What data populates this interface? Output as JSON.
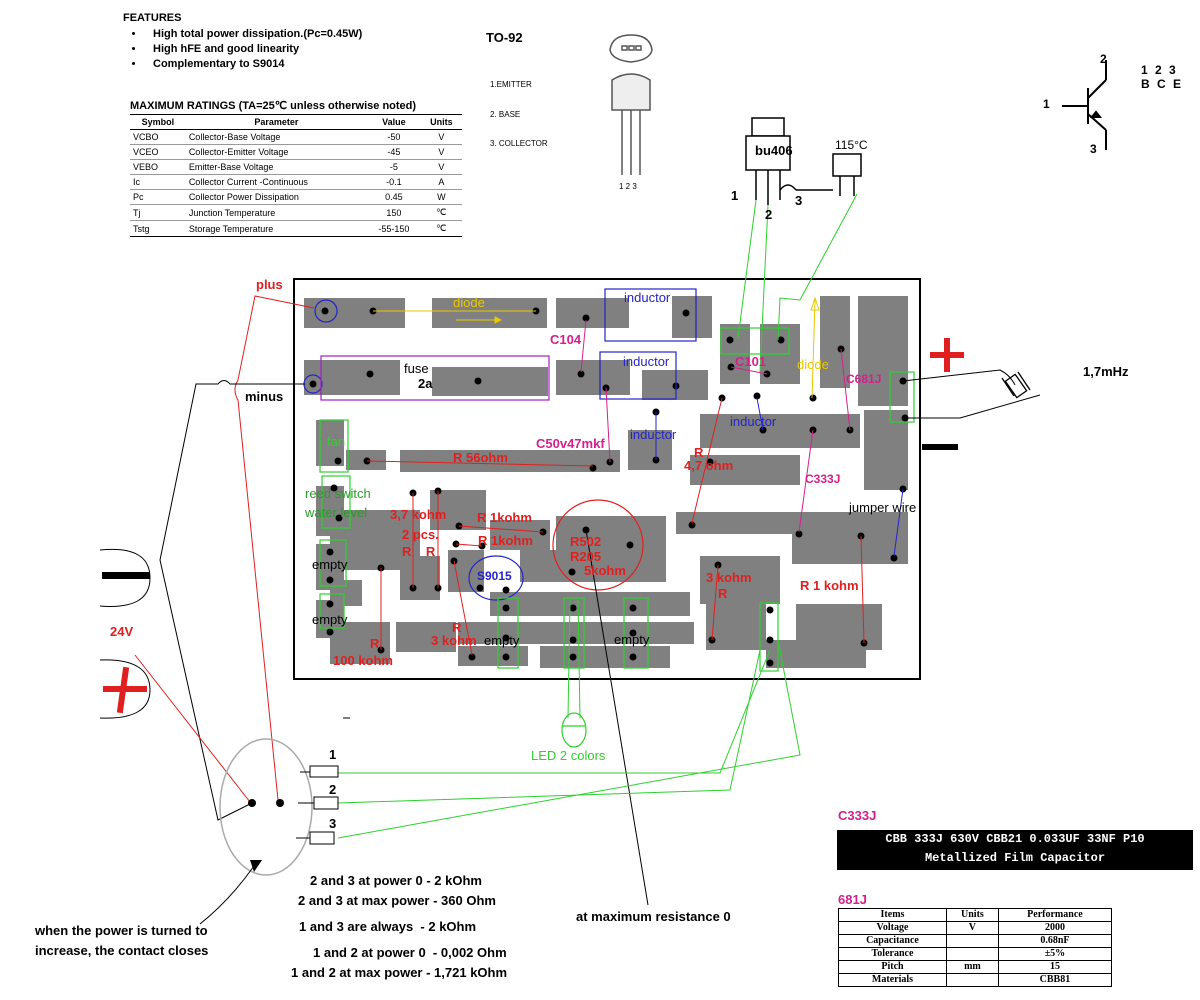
{
  "features": {
    "title": "FEATURES",
    "items": [
      "High total power dissipation.(Pc=0.45W)",
      "High hFE and good linearity",
      "Complementary to S9014"
    ]
  },
  "ratings": {
    "title": "MAXIMUM RATINGS (TA=25℃ unless otherwise noted)",
    "headers": [
      "Symbol",
      "Parameter",
      "Value",
      "Units"
    ],
    "rows": [
      [
        "VCBO",
        "Collector-Base Voltage",
        "-50",
        "V"
      ],
      [
        "VCEO",
        "Collector-Emitter Voltage",
        "-45",
        "V"
      ],
      [
        "VEBO",
        "Emitter-Base Voltage",
        "-5",
        "V"
      ],
      [
        "Ic",
        "Collector Current -Continuous",
        "-0.1",
        "A"
      ],
      [
        "Pc",
        "Collector Power Dissipation",
        "0.45",
        "W"
      ],
      [
        "Tj",
        "Junction Temperature",
        "150",
        "℃"
      ],
      [
        "Tstg",
        "Storage Temperature",
        "-55-150",
        "℃"
      ]
    ]
  },
  "package": {
    "name": "TO-92",
    "pins": [
      "1.EMITTER",
      "2. BASE",
      "3. COLLECTOR"
    ],
    "pin_numbers": "1 2 3"
  },
  "transistor_symbol": {
    "pin_order": "1 2 3",
    "pin_names": "B C E",
    "pin1": "1",
    "pin2": "2",
    "pin3": "3"
  },
  "bu406": {
    "label": "bu406",
    "temp": "115°C",
    "p1": "1",
    "p2": "2",
    "p3": "3"
  },
  "board_labels": {
    "plus": "plus",
    "minus": "minus",
    "diode_top": "diode",
    "inductor1": "inductor",
    "inductor2": "inductor",
    "inductor3": "inductor",
    "inductor4": "inductor",
    "c104": "C104",
    "c101": "C101",
    "diode_right": "diode",
    "c681j": "C681J",
    "fuse": "fuse",
    "fuse_val": "2a",
    "fan": "fan",
    "c50": "C50v47mkf",
    "r56": "R 56ohm",
    "r47a": "R",
    "r47b": "4,7 ohm",
    "c333j": "C333J",
    "reed": "reed switch",
    "water": "water level",
    "r37": "3,7 kohm",
    "r2pcs": "2 pcs.",
    "rr": "R    R",
    "r1k_a": "R 1kohm",
    "r1k_b": "R 1kohm",
    "r502": "R502",
    "r205": "R205",
    "r5k": "5kohm",
    "s9015": "S9015",
    "empty1": "empty",
    "empty2": "empty",
    "empty3": "empty",
    "empty4": "empty",
    "r3k_a": "3 kohm",
    "r3k_ar": "R",
    "r3k_b": "R",
    "r3k_bv": "3 kohm",
    "r100": "R",
    "r100v": "100 kohm",
    "r1kohm": "R 1 kohm",
    "jumper": "jumper wire",
    "led": "LED 2 colors"
  },
  "supply": {
    "v24": "24V",
    "freq": "1,7mHz"
  },
  "connector": {
    "n1": "1",
    "n2": "2",
    "n3": "3"
  },
  "notes": {
    "n23a": "2 and 3 at power 0 - 2 kOhm",
    "n23b": "2 and 3 at max power - 360 Ohm",
    "n13": "1 and 3 are always  - 2 kOhm",
    "n12a": "1 and 2 at power 0  - 0,002 Ohm",
    "n12b": "1 and 2 at max power - 1,721 kOhm",
    "maxres": "at maximum resistance 0",
    "turn1": "when the power is turned to",
    "turn2": "increase, the contact closes"
  },
  "c333j_spec": {
    "tag": "C333J",
    "line1": "CBB 333J 630V CBB21 0.033UF 33NF P10",
    "line2": "Metallized Film Capacitor"
  },
  "spec_681j": {
    "tag": "681J",
    "headers": [
      "Items",
      "Units",
      "Performance"
    ],
    "rows": [
      [
        "Voltage",
        "V",
        "2000"
      ],
      [
        "Capacitance",
        "",
        "0.68nF"
      ],
      [
        "Tolerance",
        "",
        "±5%"
      ],
      [
        "Pitch",
        "mm",
        "15"
      ],
      [
        "Materials",
        "",
        "CBB81"
      ]
    ]
  },
  "colors": {
    "copper": "#808080",
    "red": "#e02020",
    "green": "#2ed02e",
    "blue": "#2424c8",
    "magenta": "#d4208c",
    "yellow": "#e8c800",
    "purple": "#a020c0"
  }
}
